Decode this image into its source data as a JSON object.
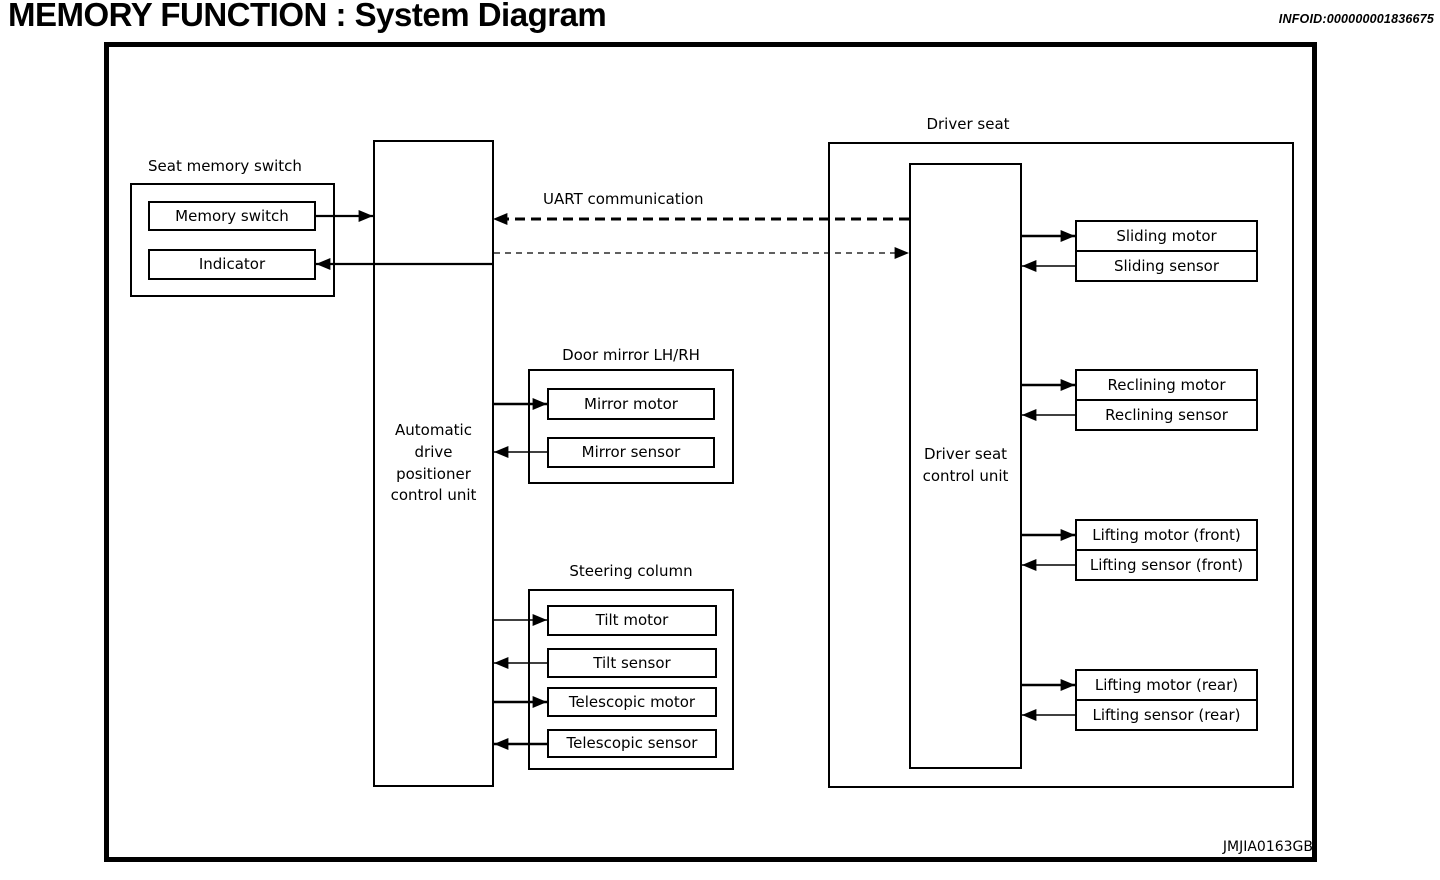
{
  "header": {
    "title": "MEMORY FUNCTION : System Diagram",
    "infoid": "INFOID:000000001836675"
  },
  "diagram": {
    "figure_code": "JMJIA0163GB",
    "uart_label": "UART communication",
    "seat_memory_switch": {
      "title": "Seat memory switch",
      "items": [
        "Memory switch",
        "Indicator"
      ]
    },
    "adp_control_unit": {
      "label": "Automatic\ndrive\npositioner\ncontrol unit"
    },
    "door_mirror": {
      "title": "Door mirror LH/RH",
      "items": [
        "Mirror motor",
        "Mirror sensor"
      ]
    },
    "steering_column": {
      "title": "Steering column",
      "items": [
        "Tilt motor",
        "Tilt sensor",
        "Telescopic motor",
        "Telescopic sensor"
      ]
    },
    "driver_seat": {
      "title": "Driver seat",
      "control_unit": "Driver seat\ncontrol unit",
      "pairs": [
        {
          "motor": "Sliding motor",
          "sensor": "Sliding sensor"
        },
        {
          "motor": "Reclining motor",
          "sensor": "Reclining sensor"
        },
        {
          "motor": "Lifting motor (front)",
          "sensor": "Lifting sensor (front)"
        },
        {
          "motor": "Lifting motor (rear)",
          "sensor": "Lifting sensor (rear)"
        }
      ]
    }
  }
}
